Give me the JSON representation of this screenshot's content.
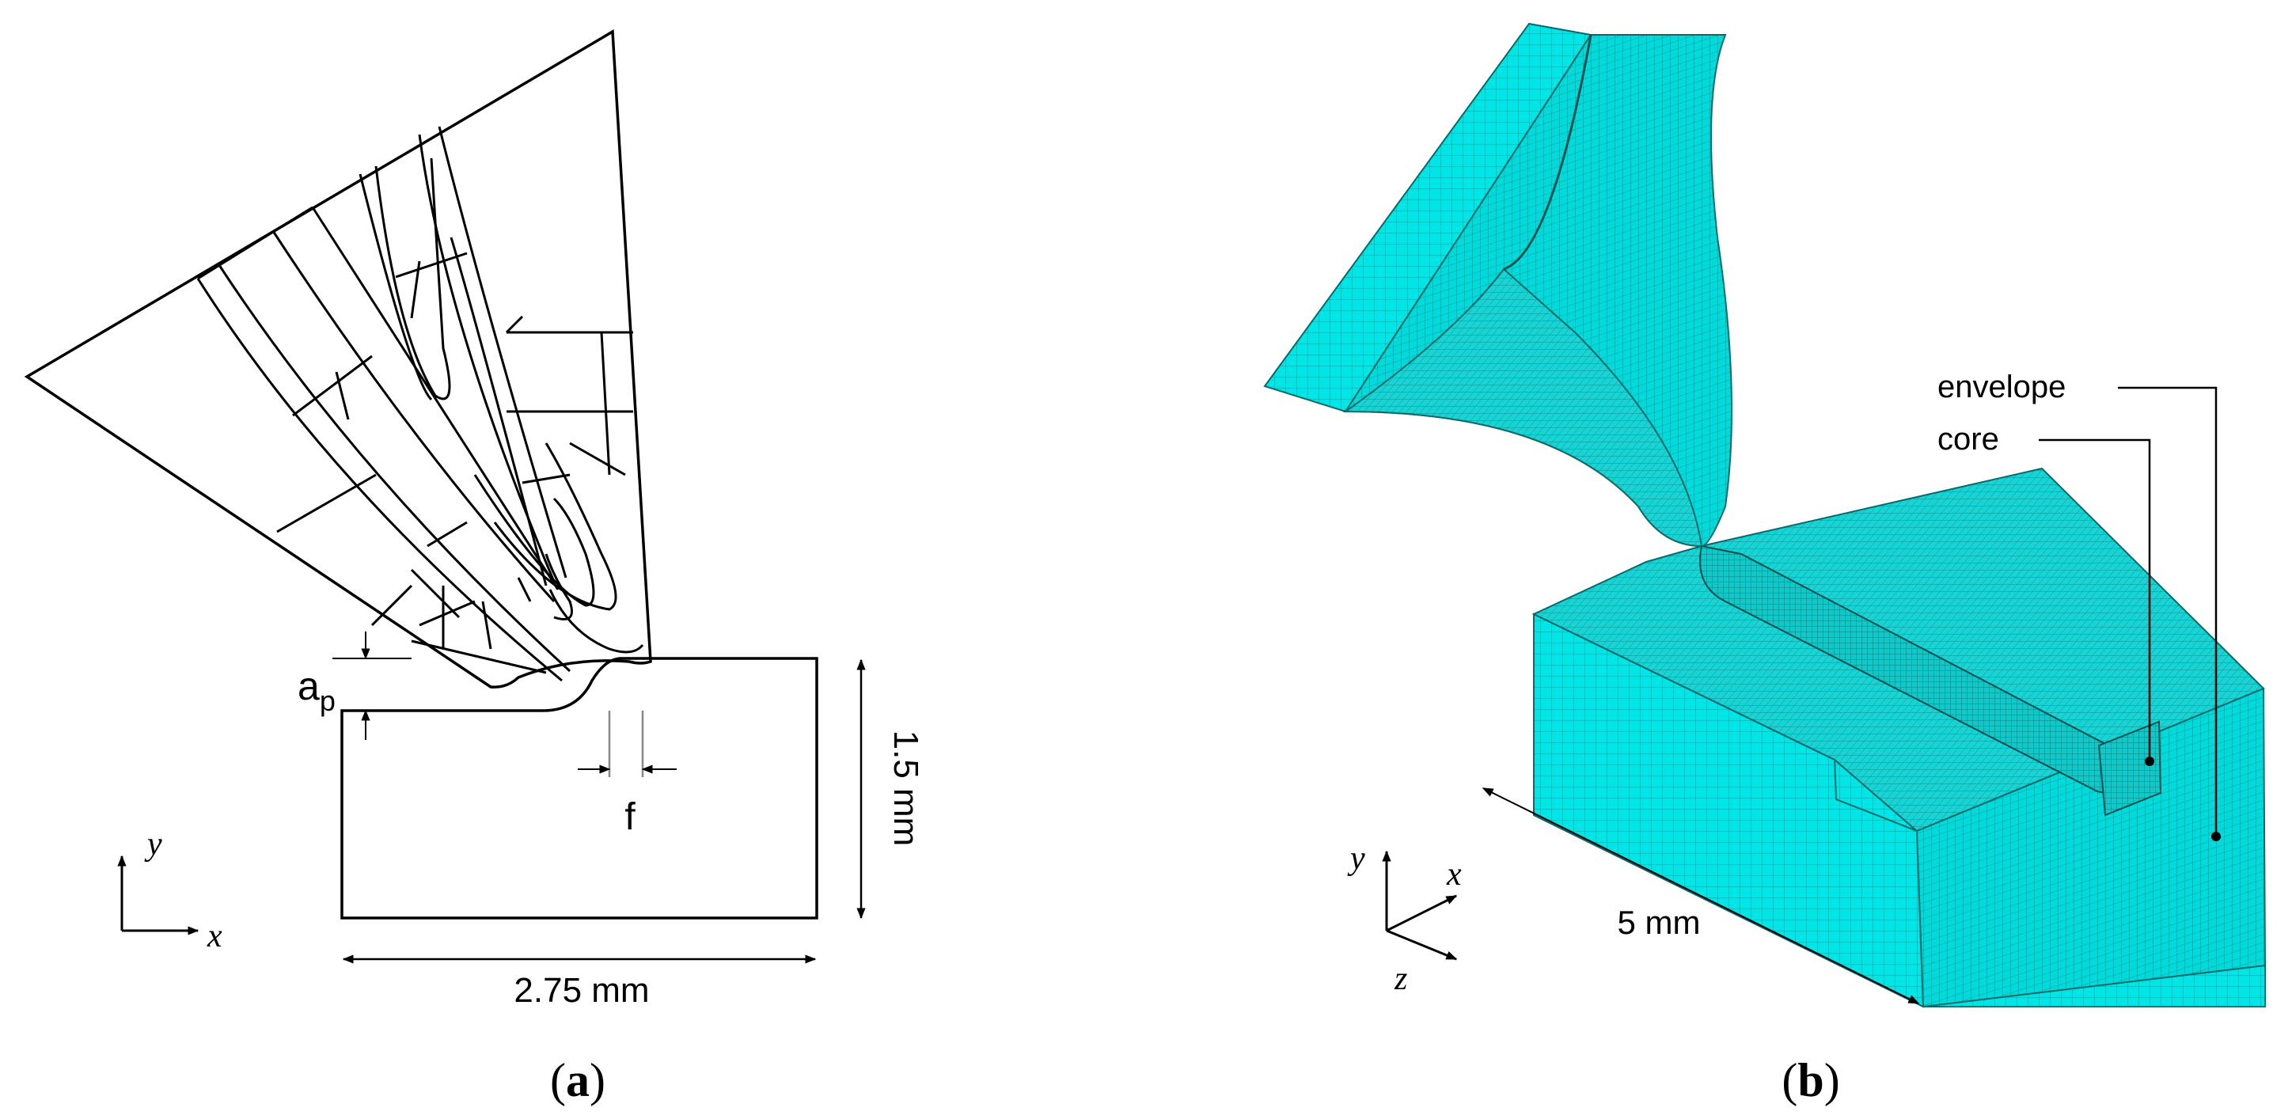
{
  "panel_a": {
    "caption_open": "(",
    "caption_letter": "a",
    "caption_close": ")",
    "label_ap_main": "a",
    "label_ap_sub": "p",
    "label_f": "f",
    "label_height": "1.5 mm",
    "label_width": "2.75 mm",
    "axis_y": "y",
    "axis_x": "x"
  },
  "panel_b": {
    "caption_open": "(",
    "caption_letter": "b",
    "caption_close": ")",
    "label_envelope": "envelope",
    "label_core": "core",
    "label_length": "5 mm",
    "axis_y": "y",
    "axis_x": "x",
    "axis_z": "z"
  },
  "colors": {
    "mesh_fill": "#00e5e5",
    "mesh_line": "#0a6a6a",
    "line": "#000000",
    "dim_grey": "#888888"
  }
}
